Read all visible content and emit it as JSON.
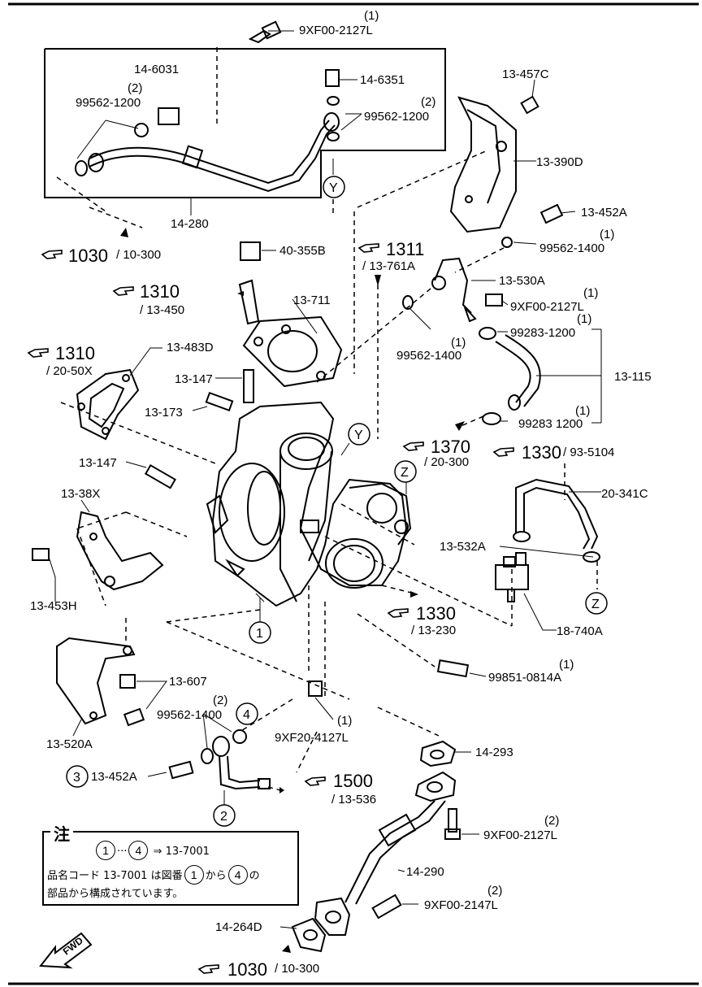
{
  "labels": {
    "bolt_top": "9XF00-2127L",
    "bolt_top_qty": "(1)",
    "p14_6031": "14-6031",
    "p99562_1200_a": "99562-1200",
    "p99562_1200_a_qty": "(2)",
    "p14_6351": "14-6351",
    "p99562_1200_b": "99562-1200",
    "p99562_1200_b_qty": "(2)",
    "p14_280": "14-280",
    "p13_457C": "13-457C",
    "p13_390D": "13-390D",
    "p13_452A_top": "13-452A",
    "p99562_1400_a": "99562-1400",
    "p99562_1400_a_qty": "(1)",
    "p40_355B": "40-355B",
    "p13_530A": "13-530A",
    "bolt_9XF00_b": "9XF00-2127L",
    "bolt_9XF00_b_qty": "(1)",
    "p13_711": "13-711",
    "p99562_1400_b": "99562-1400",
    "p99562_1400_b_qty": "(1)",
    "p99283_1200_a": "99283-1200",
    "p99283_1200_a_qty": "(1)",
    "p13_483D": "13-483D",
    "p13_115": "13-115",
    "p13_147_a": "13-147",
    "p13_173": "13-173",
    "p99283_1200_b": "99283  1200",
    "p99283_1200_b_qty": "(1)",
    "p13_147_b": "13-147",
    "p20_341C": "20-341C",
    "p13_38X": "13-38X",
    "p13_532A": "13-532A",
    "p13_453H": "13-453H",
    "p18_740A": "18-740A",
    "p99851": "99851-0814A",
    "p99851_qty": "(1)",
    "p13_607": "13-607",
    "p99562_1400_c": "99562-1400",
    "p99562_1400_c_qty": "(2)",
    "p13_520A": "13-520A",
    "bolt_9XF20": "9XF20-4127L",
    "bolt_9XF20_qty": "(1)",
    "p14_293": "14-293",
    "p13_452A_bot": "13-452A",
    "p14_290": "14-290",
    "bolt_9XF00_c": "9XF00-2127L",
    "bolt_9XF00_c_qty": "(2)",
    "bolt_9XF00_d": "9XF00-2147L",
    "bolt_9XF00_d_qty": "(2)",
    "p14_264D": "14-264D"
  },
  "refs": {
    "r1030a": {
      "num": "1030",
      "sub": "/ 10-300"
    },
    "r1311": {
      "num": "1311",
      "sub": "/ 13-761A"
    },
    "r1310a": {
      "num": "1310",
      "sub": "/ 13-450"
    },
    "r1310b": {
      "num": "1310",
      "sub": "/ 20-50X"
    },
    "r1370": {
      "num": "1370",
      "sub": "/ 20-300"
    },
    "r1330a": {
      "num": "1330",
      "sub": "/ 93-5104"
    },
    "r1330b": {
      "num": "1330",
      "sub": "/ 13-230"
    },
    "r1500": {
      "num": "1500",
      "sub": "/ 13-536"
    },
    "r1030b": {
      "num": "1030",
      "sub": "/ 10-300"
    }
  },
  "callouts": {
    "y": "Y",
    "z": "Z",
    "c1": "1",
    "c2": "2",
    "c3": "3",
    "c4": "4"
  },
  "note": {
    "title": "注",
    "line1_a": "1",
    "line1_dots": "···",
    "line1_b": "4",
    "line1_arrow": "⇒",
    "line1_part": "13-7001",
    "line2_a": "品名コード 13-7001 は図番",
    "line2_c1": "1",
    "line2_b": "から",
    "line2_c4": "4",
    "line2_c": "の",
    "line3": "部品から構成されています。"
  },
  "fwd": "FWD"
}
